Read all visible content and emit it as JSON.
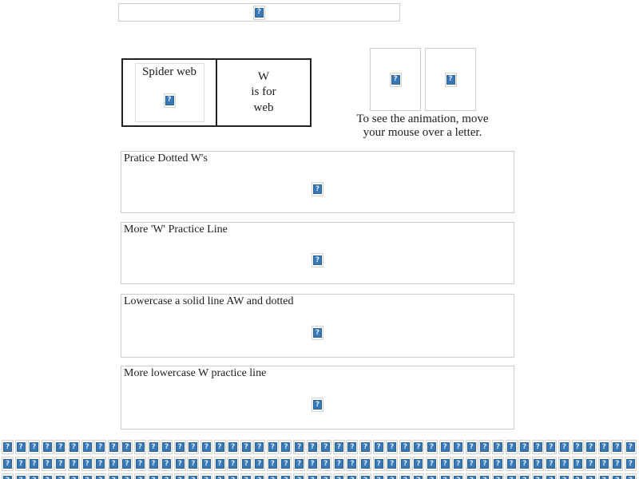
{
  "page": {
    "background_color": "#ffffff",
    "text_color": "#1d1d1d",
    "border_light_color": "#cccccc",
    "table_border_color": "#222222"
  },
  "icons": {
    "broken_image_name": "broken-image-icon",
    "glyph": "?",
    "blue_color": "#3879b5",
    "glyph_color": "#d8eafb"
  },
  "spider_table": {
    "left_cell_label": "Spider web",
    "right_cell_lines": {
      "0": "W",
      "1": "is for",
      "2": "web"
    }
  },
  "animation": {
    "caption_lines": {
      "0": "To see the animation, move",
      "1": "your mouse over a letter."
    }
  },
  "practice_sections": {
    "0": {
      "label": "Pratice Dotted W's"
    },
    "1": {
      "label": "More 'W' Practice Line"
    },
    "2": {
      "label": "Lowercase a solid line AW and dotted"
    },
    "3": {
      "label": "More lowercase W practice line"
    }
  },
  "bottom_grid": {
    "rows": 3,
    "columns": 48
  }
}
